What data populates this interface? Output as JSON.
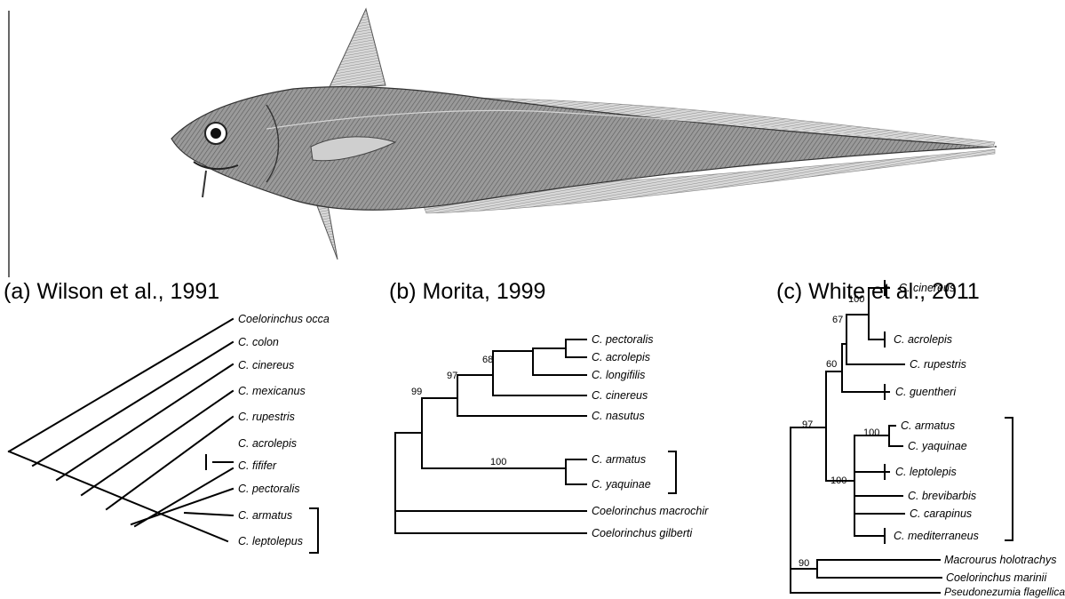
{
  "panels": {
    "a": {
      "title": "(a) Wilson et al., 1991",
      "taxa": [
        "Coelorinchus occa",
        "C. colon",
        "C. cinereus",
        "C. mexicanus",
        "C. rupestris",
        "C. acrolepis",
        "C. fififer",
        "C. pectoralis",
        "C. armatus",
        "C. leptolepus"
      ]
    },
    "b": {
      "title": "(b) Morita, 1999",
      "taxa": [
        "C. pectoralis",
        "C. acrolepis",
        "C. longifilis",
        "C. cinereus",
        "C. nasutus",
        "C. armatus",
        "C. yaquinae",
        "Coelorinchus macrochir",
        "Coelorinchus gilberti"
      ],
      "support": [
        "68",
        "97",
        "99",
        "100"
      ]
    },
    "c": {
      "title": "(c) White et al., 2011",
      "taxa": [
        "C. cinereus",
        "C. acrolepis",
        "C. rupestris",
        "C. guentheri",
        "C. armatus",
        "C. yaquinae",
        "C. leptolepis",
        "C. brevibarbis",
        "C. carapinus",
        "C. mediterraneus",
        "Macrourus holotrachys",
        "Coelorinchus marinii",
        "Pseudonezumia flagellicauda"
      ],
      "support": [
        "100",
        "67",
        "60",
        "97",
        "100",
        "100",
        "90"
      ]
    }
  },
  "colors": {
    "ink": "#000000",
    "fish_body": "#8a8a8a",
    "background": "#ffffff"
  }
}
